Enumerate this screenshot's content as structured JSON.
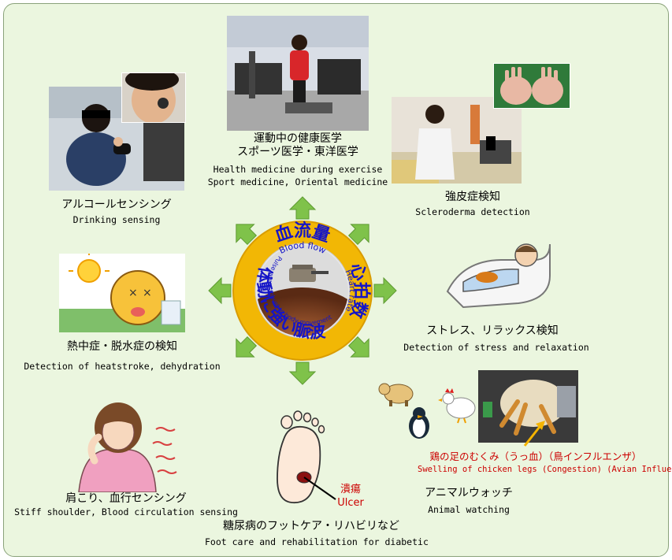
{
  "hub": {
    "top_label": "血流量",
    "top_label_en": "Blood flow",
    "right_label": "心拍数",
    "right_label_en": "Heart rate",
    "bottom_label": "体動に強い脈波",
    "inner_label_en": "Pulse wave robust to body movement"
  },
  "items": {
    "exercise": {
      "jp1": "運動中の健康医学",
      "jp2": "スポーツ医学・東洋医学",
      "en1": "Health medicine during exercise",
      "en2": "Sport medicine, Oriental medicine"
    },
    "alcohol": {
      "jp": "アルコールセンシング",
      "en": "Drinking sensing"
    },
    "scleroderma": {
      "jp": "強皮症検知",
      "en": "Scleroderma detection"
    },
    "heatstroke": {
      "jp": "熱中症・脱水症の検知",
      "en": "Detection  of heatstroke, dehydration"
    },
    "stress": {
      "jp": "ストレス、リラックス検知",
      "en": "Detection of stress and relaxation"
    },
    "shoulder": {
      "jp": "肩こり、血行センシング",
      "en": "Stiff shoulder, Blood circulation sensing"
    },
    "foot": {
      "jp": "糖尿病のフットケア・リハビリなど",
      "en": "Foot care and rehabilitation for diabetic",
      "ulcer_jp": "潰瘍",
      "ulcer_en": "Ulcer"
    },
    "animal": {
      "jp": "アニマルウォッチ",
      "en": "Animal watching",
      "chicken_jp": "鶏の足のむくみ（うっ血）（鳥インフルエンザ）",
      "chicken_en": "Swelling of chicken legs (Congestion) (Avian Influenza)"
    }
  },
  "colors": {
    "background": "#ebf6df",
    "ring": "#f2b705",
    "hub_text": "#1414c8",
    "arrow": "#7fc24a",
    "accent_red": "#cc0000"
  }
}
